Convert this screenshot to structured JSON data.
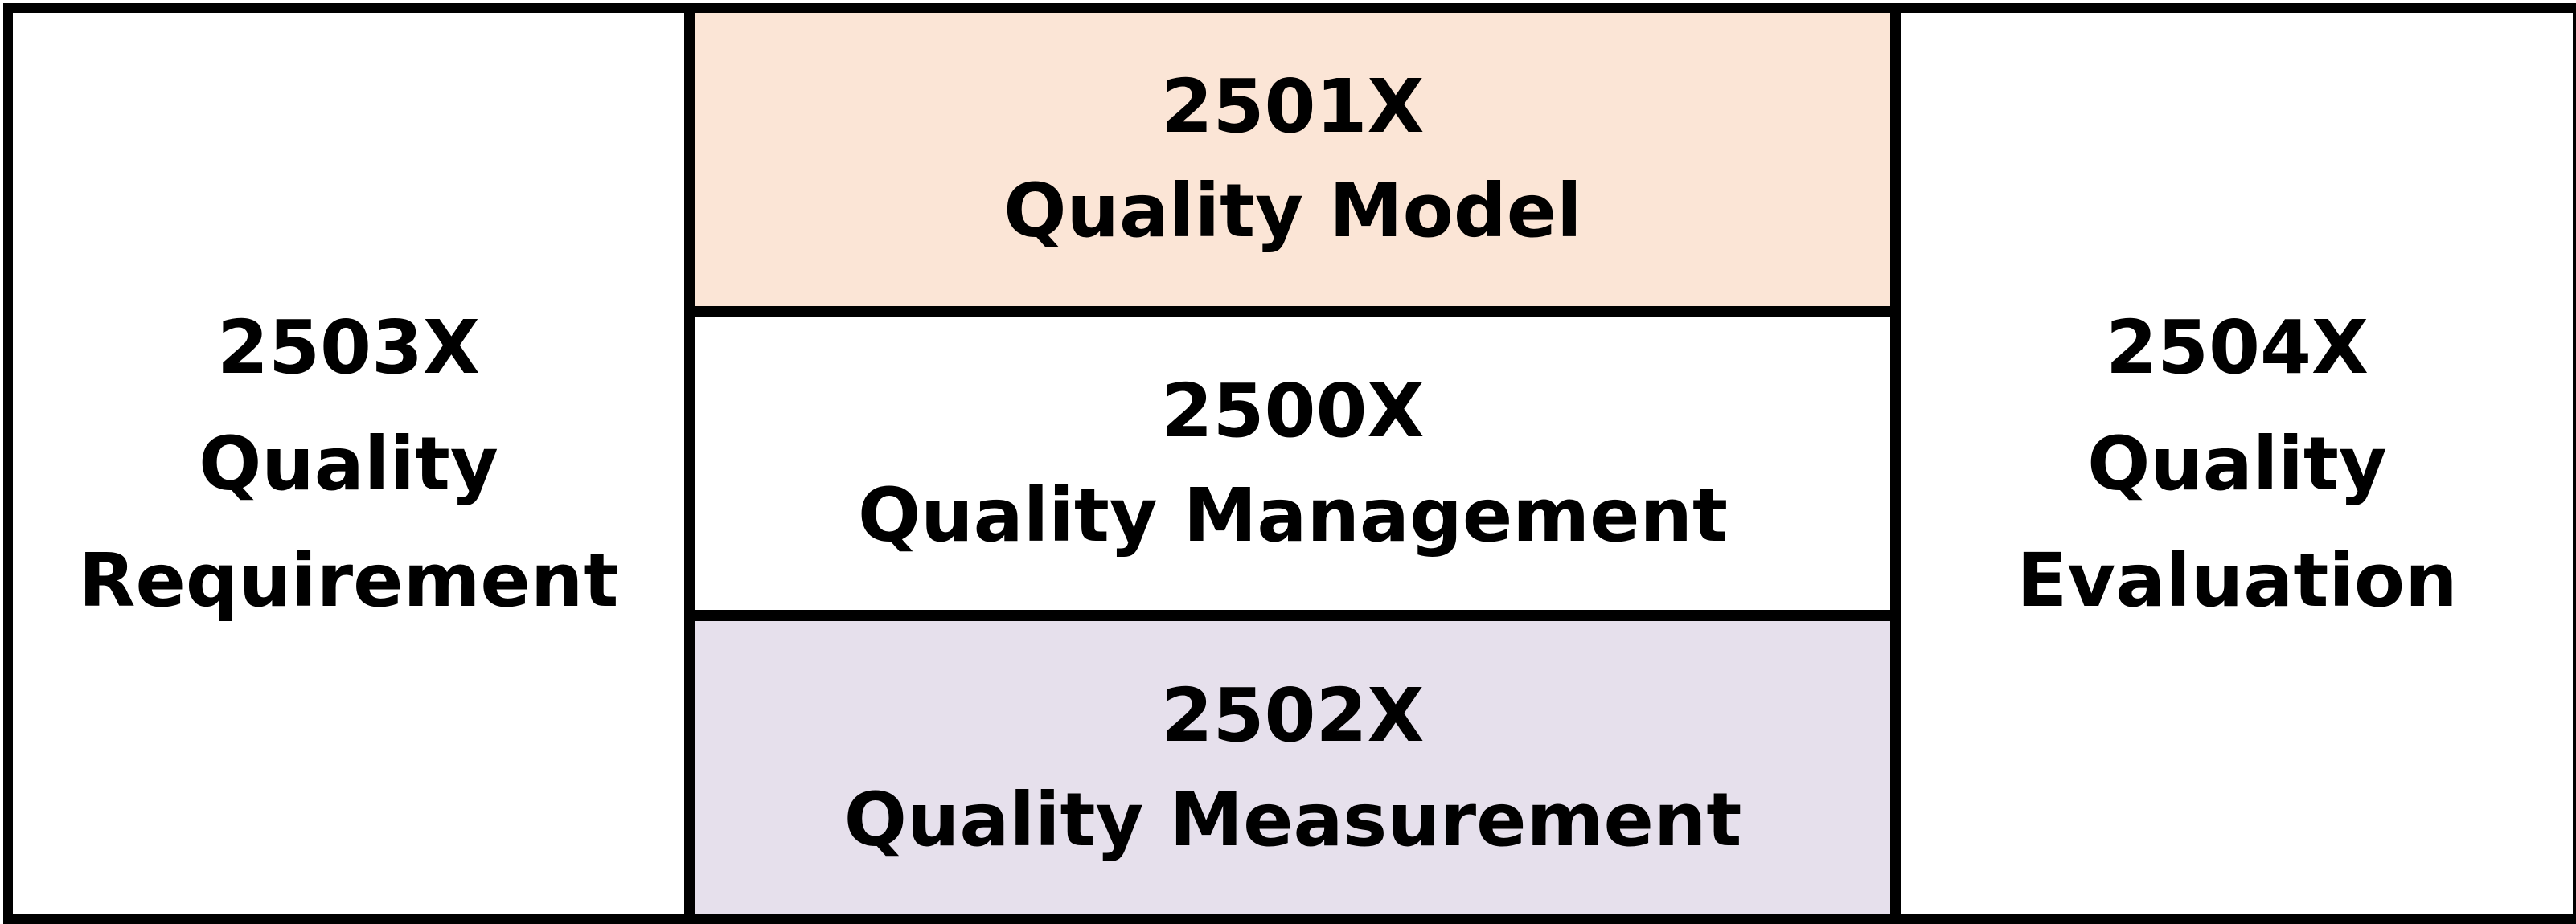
{
  "left_box": {
    "code": "2503X",
    "line1": "Quality",
    "line2": "Requirement",
    "fill": "#ffffff"
  },
  "top_box": {
    "code": "2501X",
    "name": "Quality Model",
    "fill": "#fbe5d6"
  },
  "middle_box": {
    "code": "2500X",
    "name": "Quality Management",
    "fill": "#ffffff"
  },
  "bottom_box": {
    "code": "2502X",
    "name": "Quality Measurement",
    "fill": "#e6e0ec"
  },
  "right_box": {
    "code": "2504X",
    "line1": "Quality",
    "line2": "Evaluation",
    "fill": "#ffffff"
  }
}
